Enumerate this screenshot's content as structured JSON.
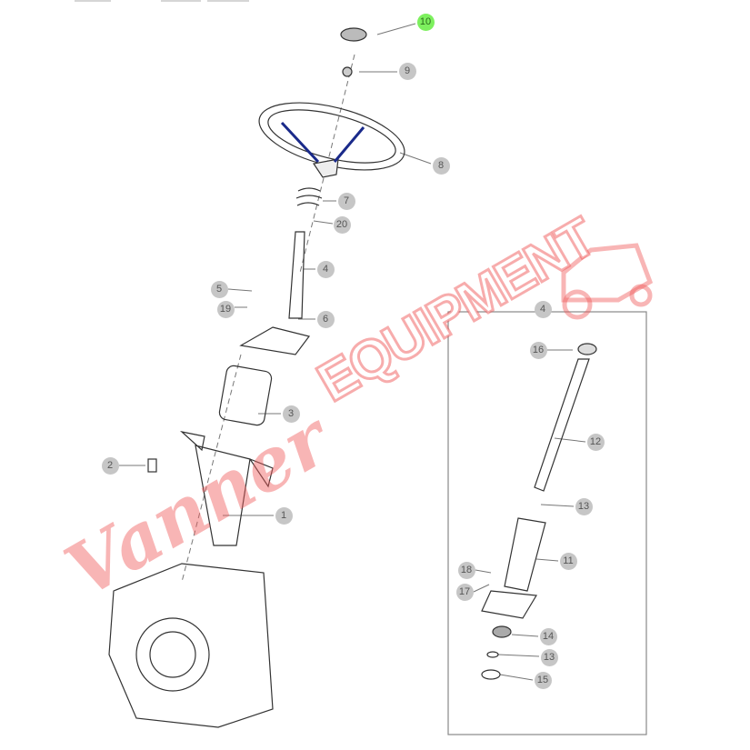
{
  "diagram": {
    "title_watermark": {
      "script": "Vanner",
      "block": "EQUIPMENT"
    },
    "callouts_main": [
      "10",
      "9",
      "8",
      "7",
      "20",
      "4",
      "5",
      "19",
      "6",
      "3",
      "2",
      "1"
    ],
    "callouts_detail": [
      "4",
      "16",
      "12",
      "13",
      "11",
      "18",
      "17",
      "14",
      "13",
      "15"
    ],
    "colors": {
      "callout": "#c6c6c6",
      "highlight": "#7df05e",
      "watermark": "#f05a5a"
    }
  }
}
